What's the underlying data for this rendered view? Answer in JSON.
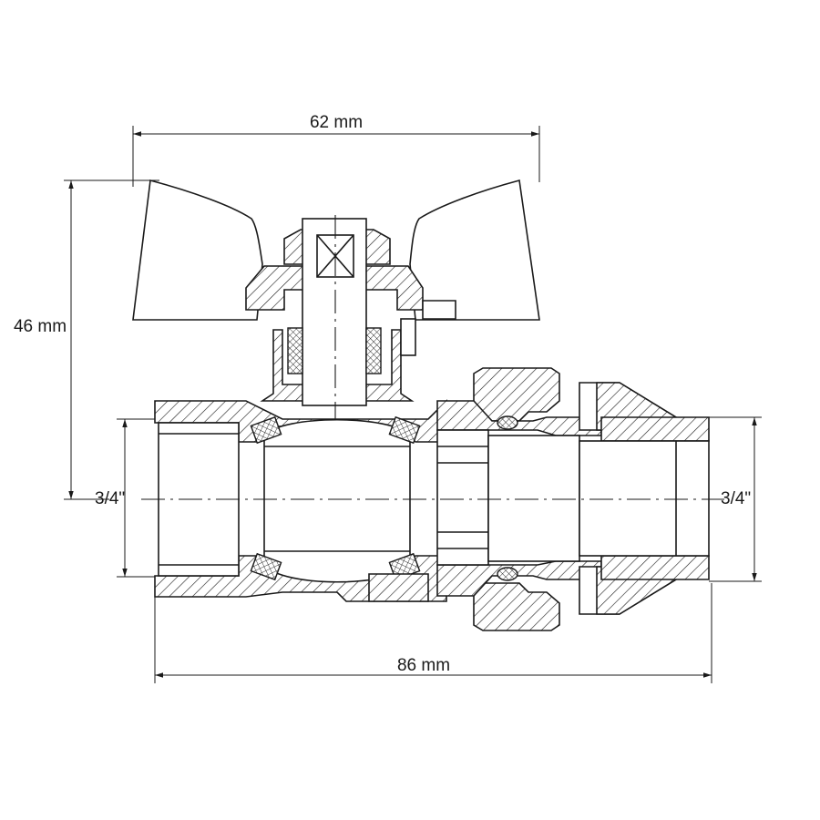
{
  "dimensions": {
    "handle_width": "62 mm",
    "total_height": "46 mm",
    "total_length": "86 mm",
    "left_thread": "3/4\"",
    "right_thread": "3/4\""
  }
}
